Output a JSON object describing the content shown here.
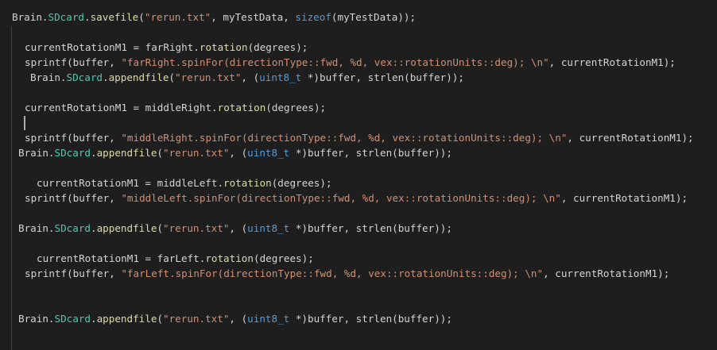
{
  "colors": {
    "background": "#1e1e1e",
    "default": "#d4d4d4",
    "function": "#dcdcaa",
    "string": "#ce9178",
    "keyword": "#569cd6",
    "type": "#4ec9b0",
    "variable": "#9cdcfe"
  },
  "code_lines": [
    {
      "tokens": [
        {
          "t": "Brain.",
          "c": "default"
        },
        {
          "t": "SDcard",
          "c": "type"
        },
        {
          "t": ".",
          "c": "default"
        },
        {
          "t": "savefile",
          "c": "function"
        },
        {
          "t": "(",
          "c": "default"
        },
        {
          "t": "\"rerun.txt\"",
          "c": "string"
        },
        {
          "t": ", myTestData, ",
          "c": "default"
        },
        {
          "t": "sizeof",
          "c": "keyword"
        },
        {
          "t": "(myTestData));",
          "c": "default"
        }
      ]
    },
    {
      "tokens": [
        {
          "t": "currentRotationM1 = farRight.",
          "c": "default"
        },
        {
          "t": "rotation",
          "c": "function"
        },
        {
          "t": "(degrees);",
          "c": "default"
        }
      ]
    },
    {
      "tokens": [
        {
          "t": "sprintf(buffer, ",
          "c": "default"
        },
        {
          "t": "\"farRight.spinFor(directionType::fwd, %d, vex::rotationUnits::deg); \\n\"",
          "c": "string"
        },
        {
          "t": ", currentRotationM1);",
          "c": "default"
        }
      ]
    },
    {
      "tokens": [
        {
          "t": "Brain.",
          "c": "default"
        },
        {
          "t": "SDcard",
          "c": "type"
        },
        {
          "t": ".",
          "c": "default"
        },
        {
          "t": "appendfile",
          "c": "function"
        },
        {
          "t": "(",
          "c": "default"
        },
        {
          "t": "\"rerun.txt\"",
          "c": "string"
        },
        {
          "t": ", (",
          "c": "default"
        },
        {
          "t": "uint8_t",
          "c": "keyword"
        },
        {
          "t": " *)buffer, strlen(buffer));",
          "c": "default"
        }
      ]
    },
    {
      "tokens": [
        {
          "t": "currentRotationM1 = middleRight.",
          "c": "default"
        },
        {
          "t": "rotation",
          "c": "function"
        },
        {
          "t": "(degrees);",
          "c": "default"
        }
      ]
    },
    {
      "tokens": [
        {
          "t": "sprintf(buffer, ",
          "c": "default"
        },
        {
          "t": "\"middleRight.spinFor(directionType::fwd, %d, vex::rotationUnits::deg); \\n\"",
          "c": "string"
        },
        {
          "t": ", currentRotationM1);",
          "c": "default"
        }
      ]
    },
    {
      "tokens": [
        {
          "t": "Brain.",
          "c": "default"
        },
        {
          "t": "SDcard",
          "c": "type"
        },
        {
          "t": ".",
          "c": "default"
        },
        {
          "t": "appendfile",
          "c": "function"
        },
        {
          "t": "(",
          "c": "default"
        },
        {
          "t": "\"rerun.txt\"",
          "c": "string"
        },
        {
          "t": ", (",
          "c": "default"
        },
        {
          "t": "uint8_t",
          "c": "keyword"
        },
        {
          "t": " *)buffer, strlen(buffer));",
          "c": "default"
        }
      ]
    },
    {
      "tokens": [
        {
          "t": "currentRotationM1 = middleLeft.",
          "c": "default"
        },
        {
          "t": "rotation",
          "c": "function"
        },
        {
          "t": "(degrees);",
          "c": "default"
        }
      ]
    },
    {
      "tokens": [
        {
          "t": "sprintf(buffer, ",
          "c": "default"
        },
        {
          "t": "\"middleLeft.spinFor(directionType::fwd, %d, vex::rotationUnits::deg); \\n\"",
          "c": "string"
        },
        {
          "t": ", currentRotationM1);",
          "c": "default"
        }
      ]
    },
    {
      "tokens": [
        {
          "t": "Brain.",
          "c": "default"
        },
        {
          "t": "SDcard",
          "c": "type"
        },
        {
          "t": ".",
          "c": "default"
        },
        {
          "t": "appendfile",
          "c": "function"
        },
        {
          "t": "(",
          "c": "default"
        },
        {
          "t": "\"rerun.txt\"",
          "c": "string"
        },
        {
          "t": ", (",
          "c": "default"
        },
        {
          "t": "uint8_t",
          "c": "keyword"
        },
        {
          "t": " *)buffer, strlen(buffer));",
          "c": "default"
        }
      ]
    },
    {
      "tokens": [
        {
          "t": "currentRotationM1 = farLeft.",
          "c": "default"
        },
        {
          "t": "rotation",
          "c": "function"
        },
        {
          "t": "(degrees);",
          "c": "default"
        }
      ]
    },
    {
      "tokens": [
        {
          "t": "sprintf(buffer, ",
          "c": "default"
        },
        {
          "t": "\"farLeft.spinFor(directionType::fwd, %d, vex::rotationUnits::deg); \\n\"",
          "c": "string"
        },
        {
          "t": ", currentRotationM1);",
          "c": "default"
        }
      ]
    },
    {
      "tokens": [
        {
          "t": "Brain.",
          "c": "default"
        },
        {
          "t": "SDcard",
          "c": "type"
        },
        {
          "t": ".",
          "c": "default"
        },
        {
          "t": "appendfile",
          "c": "function"
        },
        {
          "t": "(",
          "c": "default"
        },
        {
          "t": "\"rerun.txt\"",
          "c": "string"
        },
        {
          "t": ", (",
          "c": "default"
        },
        {
          "t": "uint8_t",
          "c": "keyword"
        },
        {
          "t": " *)buffer, strlen(buffer));",
          "c": "default"
        }
      ]
    }
  ]
}
